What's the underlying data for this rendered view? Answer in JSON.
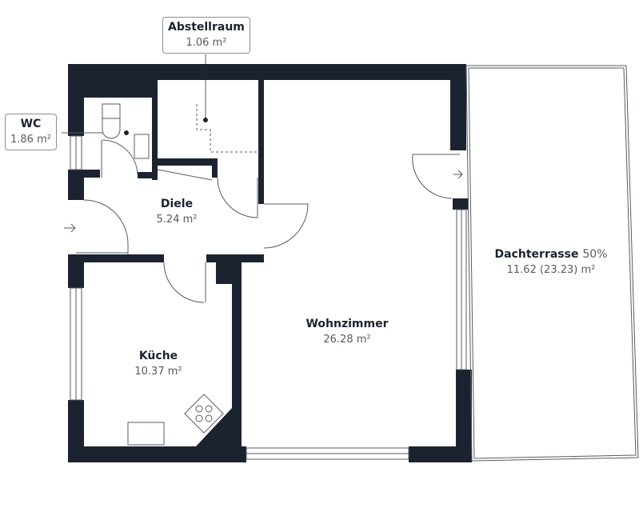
{
  "rooms": {
    "abstellraum": {
      "name": "Abstellraum",
      "area": "1.06 m²"
    },
    "wc": {
      "name": "WC",
      "area": "1.86 m²"
    },
    "diele": {
      "name": "Diele",
      "area": "5.24 m²"
    },
    "kueche": {
      "name": "Küche",
      "area": "10.37 m²"
    },
    "wohnzimmer": {
      "name": "Wohnzimmer",
      "area": "26.28 m²"
    },
    "dachterrasse": {
      "name": "Dachterrasse",
      "percent": "50%",
      "area": "11.62 (23.23) m²"
    }
  },
  "colors": {
    "wall": "#1c2330",
    "line": "#555b63"
  }
}
